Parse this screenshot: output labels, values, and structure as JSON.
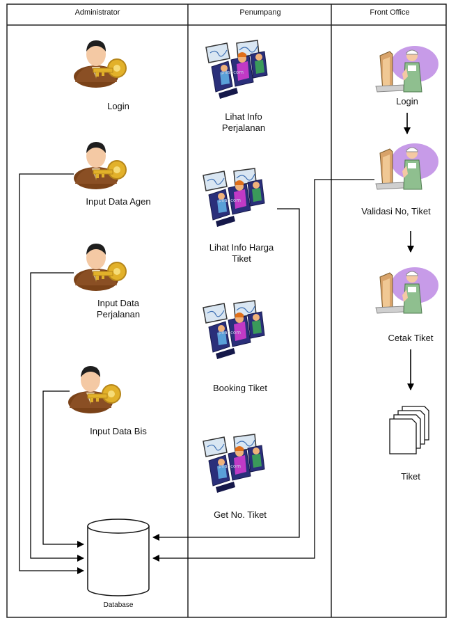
{
  "lanes": {
    "administrator": "Administrator",
    "penumpang": "Penumpang",
    "front_office": "Front Office"
  },
  "administrator": {
    "login": "Login",
    "input_data_agen": "Input Data Agen",
    "input_data_perjalanan": "Input Data\nPerjalanan",
    "input_data_bis": "Input Data Bis"
  },
  "penumpang": {
    "lihat_info_perjalanan": "Lihat Info\nPerjalanan",
    "lihat_info_harga_tiket": "Lihat Info Harga\nTiket",
    "booking_tiket": "Booking Tiket",
    "get_no_tiket": "Get No. Tiket"
  },
  "front_office": {
    "login": "Login",
    "validasi_no_tiket": "Validasi No, Tiket",
    "cetak_tiket": "Cetak Tiket",
    "tiket": "Tiket"
  },
  "database": "Database",
  "icons": {
    "admin": "admin-key-icon",
    "penumpang": "passenger-monitor-icon",
    "front_office": "receptionist-icon",
    "document": "document-stack-icon",
    "database": "database-cylinder-icon"
  },
  "colors": {
    "admin_suit": "#8a4f24",
    "key_gold": "#e2b12a",
    "seat_navy": "#2a2f7a",
    "receptionist_purple": "#c79be8",
    "nurse_green": "#8fbf8f"
  }
}
